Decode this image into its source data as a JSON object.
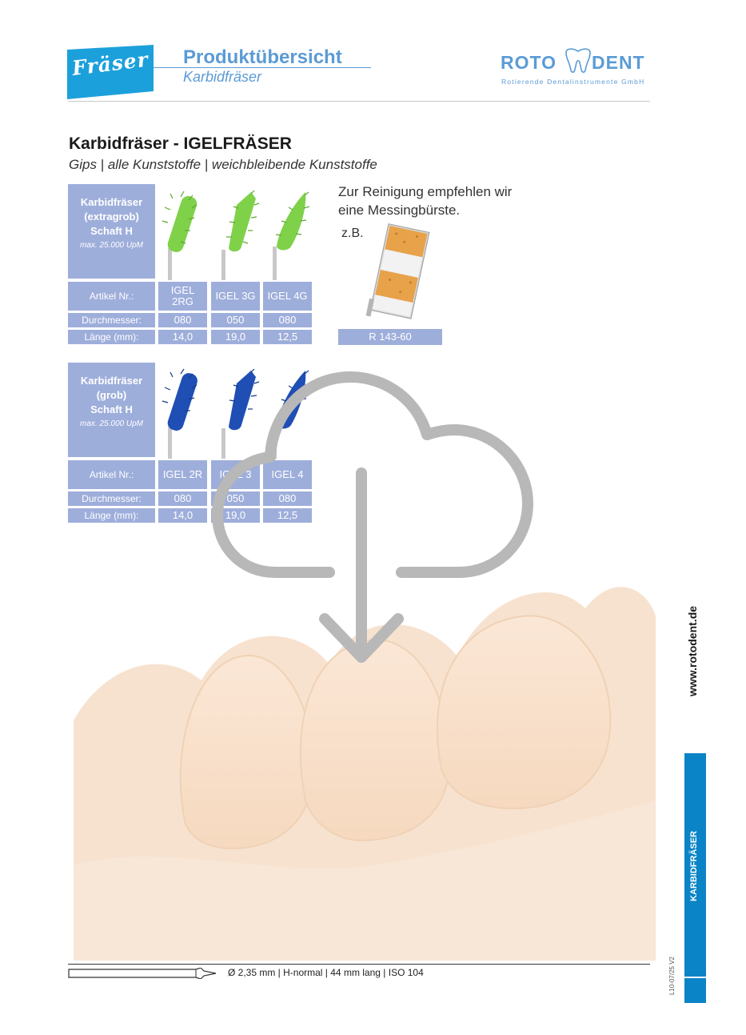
{
  "header": {
    "badge": "Fräser",
    "title": "Produktübersicht",
    "subtitle": "Karbidfräser",
    "logo_left": "ROTO",
    "logo_right": "DENT",
    "logo_tagline": "Rotierende Dentalinstrumente GmbH"
  },
  "section": {
    "title": "Karbidfräser - IGELFRÄSER",
    "subtitle": "Gips | alle Kunststoffe | weichbleibende Kunststoffe"
  },
  "tables": [
    {
      "name_lines": [
        "Karbidfräser",
        "(extragrob)",
        "Schaft H"
      ],
      "rpm": "max. 25.000 UpM",
      "tool_color": "#7fd14a",
      "labels": [
        "Artikel Nr.:",
        "Durchmesser:",
        "Länge (mm):"
      ],
      "columns": [
        {
          "article_lines": [
            "IGEL",
            "2RG"
          ],
          "diameter": "080",
          "length": "14,0"
        },
        {
          "article_lines": [
            "IGEL 3G"
          ],
          "diameter": "050",
          "length": "19,0"
        },
        {
          "article_lines": [
            "IGEL 4G"
          ],
          "diameter": "080",
          "length": "12,5"
        }
      ]
    },
    {
      "name_lines": [
        "Karbidfräser",
        "(grob)",
        "Schaft H"
      ],
      "rpm": "max. 25.000 UpM",
      "tool_color": "#1f4fb5",
      "labels": [
        "Artikel Nr.:",
        "Durchmesser:",
        "Länge (mm):"
      ],
      "columns": [
        {
          "article_lines": [
            "IGEL 2R"
          ],
          "diameter": "080",
          "length": "14,0"
        },
        {
          "article_lines": [
            "IGEL 3"
          ],
          "diameter": "050",
          "length": "19,0"
        },
        {
          "article_lines": [
            "IGEL 4"
          ],
          "diameter": "080",
          "length": "12,5"
        }
      ]
    }
  ],
  "cleaning": {
    "note_lines": [
      "Zur Reinigung empfehlen wir",
      "eine Messingbürste."
    ],
    "example": "z.B.",
    "code": "R 143-60"
  },
  "side": {
    "website": "www.rotodent.de",
    "category": "KARBIDFRÄSER",
    "version": "L10-07/25 V2"
  },
  "footer": {
    "spec": "Ø 2,35 mm  |  H-normal  |  44 mm lang  |  ISO 104"
  },
  "colors": {
    "accent": "#5b9bd5",
    "table": "#9eaedb",
    "side_bar": "#0a84c6"
  }
}
